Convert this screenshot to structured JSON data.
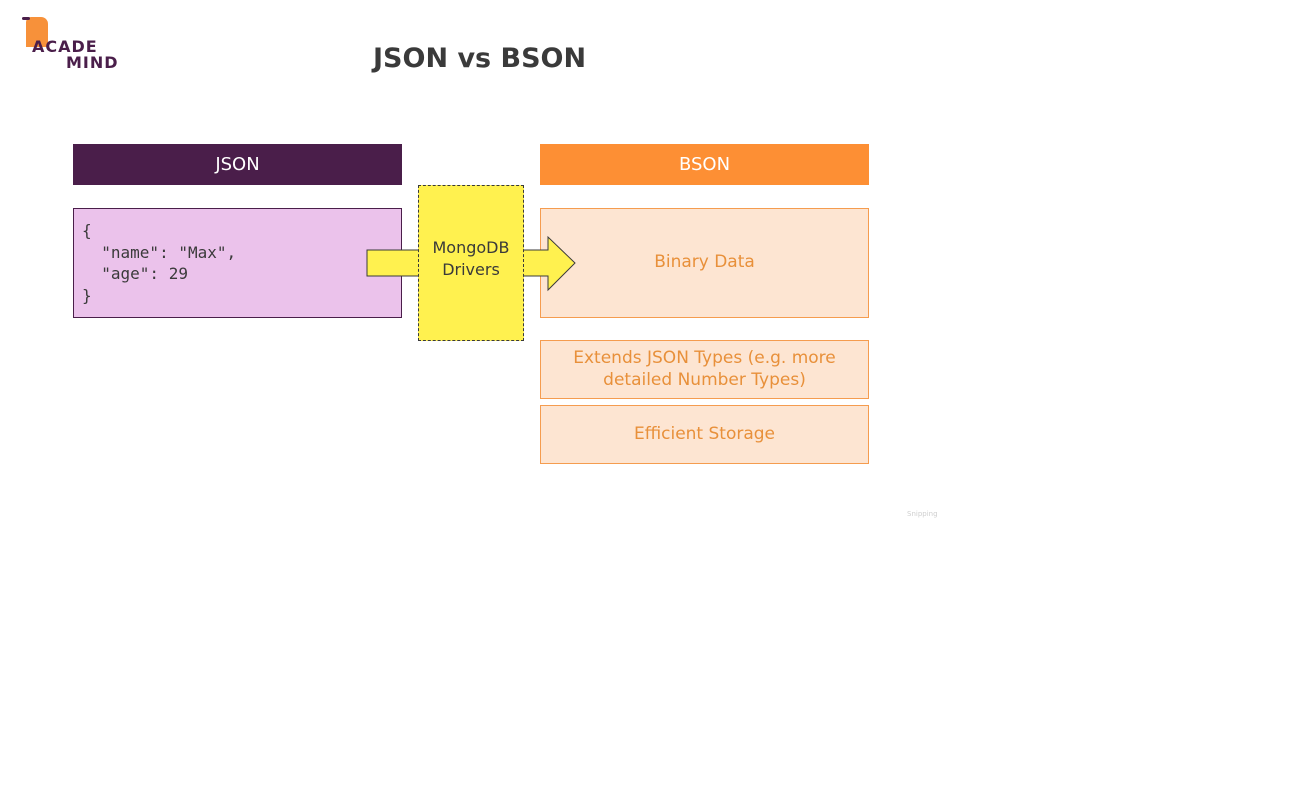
{
  "logo": {
    "line1": "ACADE",
    "line2": "MIND"
  },
  "title": "JSON vs BSON",
  "json": {
    "header": "JSON",
    "code": "{\n  \"name\": \"Max\",\n  \"age\": 29\n}"
  },
  "bson": {
    "header": "BSON",
    "binary": "Binary Data",
    "extends": "Extends JSON Types (e.g. more detailed Number Types)",
    "storage": "Efficient Storage"
  },
  "driver": {
    "label": "MongoDB Drivers"
  },
  "watermark": "Snipping",
  "colors": {
    "json_header": "#4a1e4a",
    "json_box": "#ebc2eb",
    "bson_header": "#fd8f34",
    "bson_box": "#fde5d2",
    "bson_text": "#e8903a",
    "driver_box": "#fff14f",
    "arrow": "#fff14f"
  }
}
